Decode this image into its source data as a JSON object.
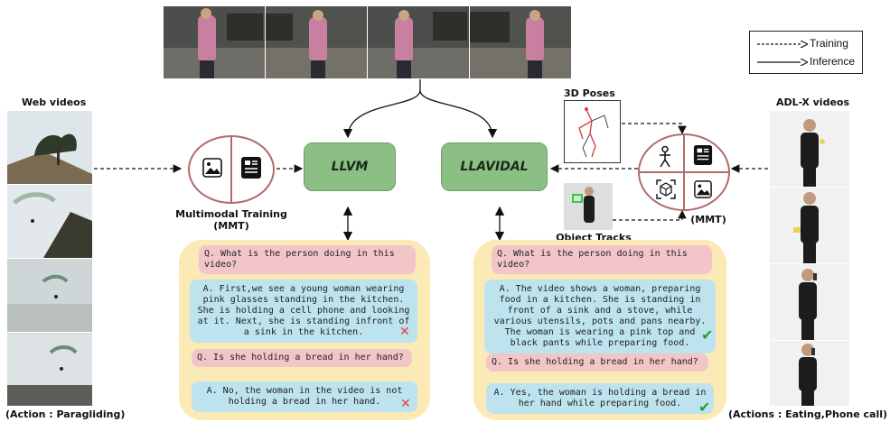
{
  "legend": {
    "training": "Training",
    "inference": "Inference"
  },
  "web_videos": {
    "title": "Web videos",
    "caption": "(Action : Paragliding)"
  },
  "adl_videos": {
    "title": "ADL-X videos",
    "caption": "(Actions : Eating,Phone call)"
  },
  "mmt_left": {
    "label_line1": "Multimodal Training",
    "label_line2": "(MMT)"
  },
  "mmt_right": {
    "label": "(MMT)"
  },
  "poses": {
    "label": "3D Poses"
  },
  "tracks": {
    "label": "Object Tracks"
  },
  "models": {
    "left": "LLVM",
    "right": "LLAVIDAL"
  },
  "qa_left": {
    "q1": "Q. What is the person doing in this video?",
    "a1": "A. First,we see a young woman wearing pink glasses standing in the kitchen. She is holding a cell phone and looking at it. Next, she is standing infront of a sink in the kitchen.",
    "q2": "Q. Is she holding a bread in her hand?",
    "a2": "A. No, the woman in the video is not holding a bread in her hand."
  },
  "qa_right": {
    "q1": "Q. What is the person doing in this video?",
    "a1": "A. The video shows a woman, preparing food in a kitchen. She is standing in front of a sink and a stove, while various utensils, pots and pans nearby. The woman is wearing a pink top and black pants while preparing food.",
    "q2": "Q. Is she holding a bread in her hand?",
    "a2": "A. Yes, the woman is holding a bread in her hand while preparing food."
  },
  "icons": {
    "wrong": "cross-mark-icon",
    "right": "check-mark-icon",
    "image": "image-icon",
    "text": "text-document-icon",
    "person": "person-icon",
    "target": "object-target-icon"
  },
  "colors": {
    "model_green": "#8cbf85",
    "panel_yellow": "#fbe9b6",
    "question_pink": "#f2c6c8",
    "answer_blue": "#bde3ef",
    "mmt_ring": "#b26a6a",
    "wrong_red": "#e0443c",
    "right_green": "#2a9a36"
  }
}
